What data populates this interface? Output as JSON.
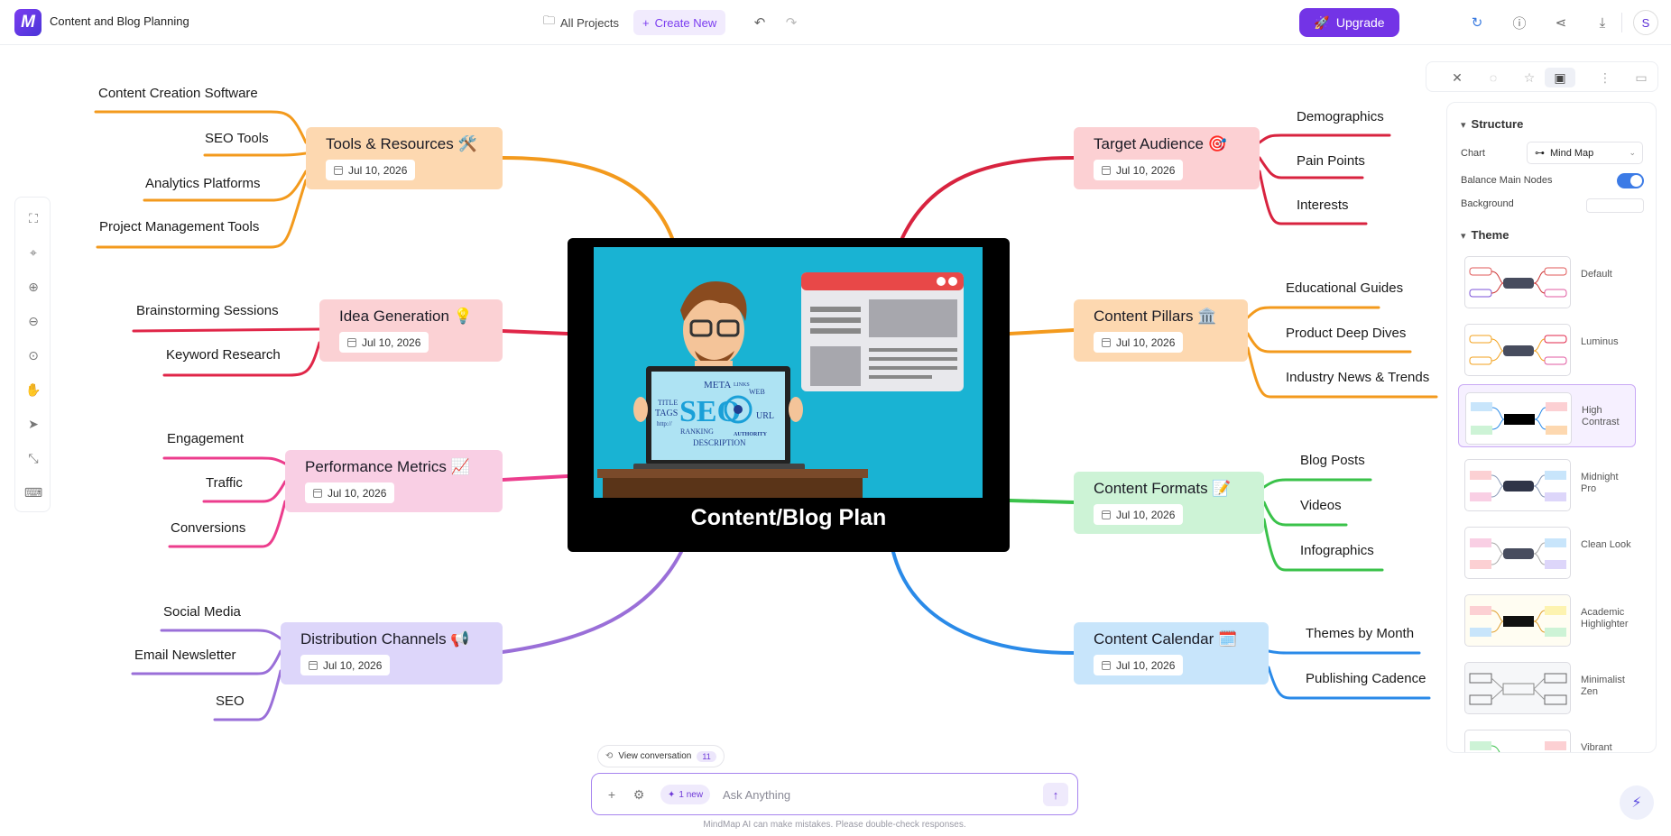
{
  "header": {
    "doc_title": "Content and Blog Planning",
    "all_projects": "All Projects",
    "create_new": "Create New",
    "upgrade": "Upgrade",
    "avatar_initial": "S",
    "brand_color": "#7334e6"
  },
  "mindmap": {
    "central": {
      "title": "Content/Blog Plan"
    },
    "nodes": [
      {
        "title": "Tools & Resources 🛠️",
        "date": "Jul 10, 2026",
        "color": "#fdd8b0",
        "branch": "#f39a1d",
        "leaves": [
          "Content Creation Software",
          "SEO Tools",
          "Analytics Platforms",
          "Project Management Tools"
        ]
      },
      {
        "title": "Idea Generation 💡",
        "date": "Jul 10, 2026",
        "color": "#fbd1d4",
        "branch": "#e02648",
        "leaves": [
          "Brainstorming Sessions",
          "Keyword Research"
        ]
      },
      {
        "title": "Performance Metrics 📈",
        "date": "Jul 10, 2026",
        "color": "#f9cfe4",
        "branch": "#ec3d8d",
        "leaves": [
          "Engagement",
          "Traffic",
          "Conversions"
        ]
      },
      {
        "title": "Distribution Channels 📢",
        "date": "Jul 10, 2026",
        "color": "#ddd6fa",
        "branch": "#9a6fd8",
        "leaves": [
          "Social Media",
          "Email Newsletter",
          "SEO"
        ]
      },
      {
        "title": "Target Audience 🎯",
        "date": "Jul 10, 2026",
        "color": "#fcd0d3",
        "branch": "#d8233f",
        "leaves": [
          "Demographics",
          "Pain Points",
          "Interests"
        ]
      },
      {
        "title": "Content Pillars 🏛️",
        "date": "Jul 10, 2026",
        "color": "#fdd8b0",
        "branch": "#f39a1d",
        "leaves": [
          "Educational Guides",
          "Product Deep Dives",
          "Industry News & Trends"
        ]
      },
      {
        "title": "Content Formats 📝",
        "date": "Jul 10, 2026",
        "color": "#cdf3d6",
        "branch": "#3ac24a",
        "leaves": [
          "Blog Posts",
          "Videos",
          "Infographics"
        ]
      },
      {
        "title": "Content Calendar 🗓️",
        "date": "Jul 10, 2026",
        "color": "#c8e5fb",
        "branch": "#2a8ae8",
        "leaves": [
          "Themes by Month",
          "Publishing Cadence"
        ]
      }
    ],
    "seo_words": [
      "META",
      "LINKS",
      "WEB",
      "TITLE",
      "TAGS",
      "SEO",
      "URL",
      "http://",
      "RANKING",
      "AUTHORITY",
      "DESCRIPTION"
    ]
  },
  "panel": {
    "structure_title": "Structure",
    "chart_label": "Chart",
    "chart_value": "Mind Map",
    "balance_label": "Balance Main Nodes",
    "balance_on": true,
    "background_label": "Background",
    "theme_title": "Theme",
    "themes": [
      {
        "name": "Default"
      },
      {
        "name": "Luminus"
      },
      {
        "name": "High Contrast",
        "selected": true
      },
      {
        "name": "Midnight Pro"
      },
      {
        "name": "Clean Look"
      },
      {
        "name": "Academic Highlighter"
      },
      {
        "name": "Minimalist Zen"
      },
      {
        "name": "Vibrant"
      }
    ]
  },
  "chat": {
    "view_conversation": "View conversation",
    "conversation_count": "11",
    "new_badge": "1 new",
    "placeholder": "Ask Anything",
    "disclaimer": "MindMap AI can make mistakes. Please double-check responses."
  }
}
